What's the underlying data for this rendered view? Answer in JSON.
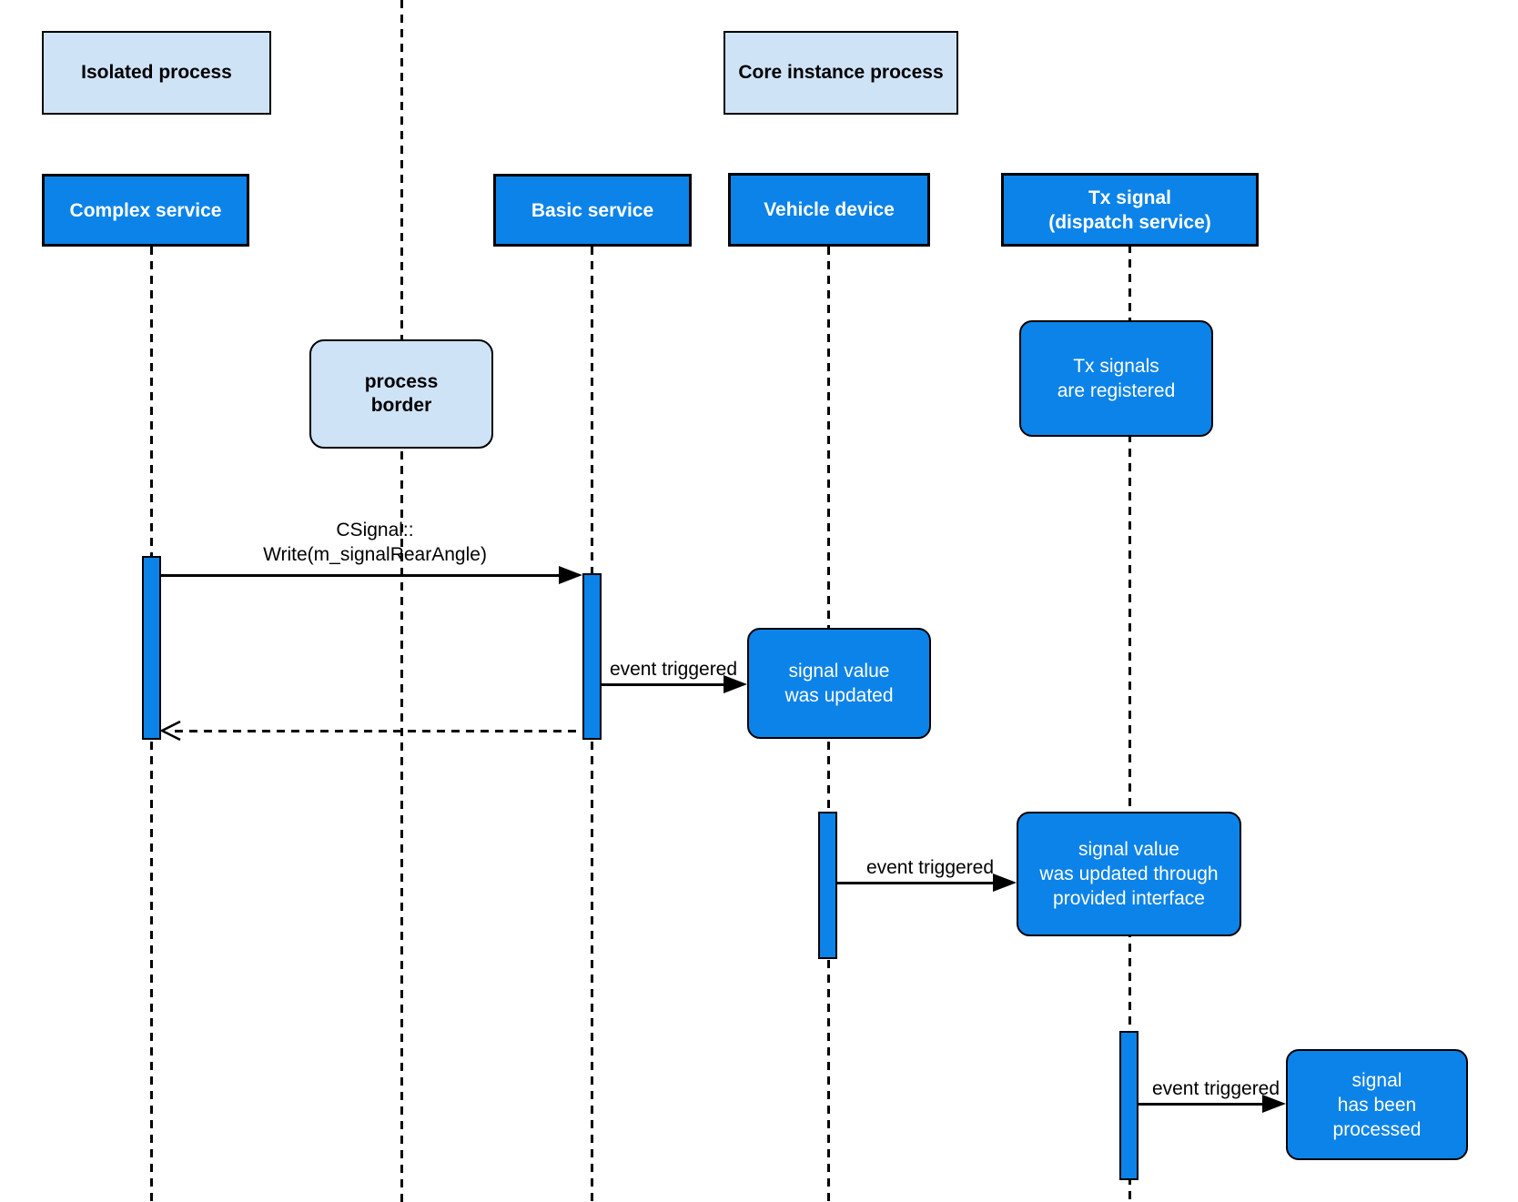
{
  "diagram": {
    "type": "uml-sequence-diagram",
    "colors": {
      "primary_blue": "#0c83e8",
      "light_blue": "#cfe3f7",
      "line_black": "#000000",
      "text_on_blue": "#ffffff"
    },
    "process_groups": [
      {
        "id": "isolated",
        "label": "Isolated process"
      },
      {
        "id": "core",
        "label": "Core instance process"
      }
    ],
    "lifelines": [
      {
        "id": "complex-service",
        "label": "Complex service"
      },
      {
        "id": "basic-service",
        "label": "Basic service"
      },
      {
        "id": "vehicle-device",
        "label": "Vehicle device"
      },
      {
        "id": "tx-signal",
        "label": "Tx signal\n(dispatch service)"
      }
    ],
    "process_border": {
      "label": "process\nborder"
    },
    "notes": [
      {
        "id": "tx-registered",
        "label": "Tx signals\nare registered"
      },
      {
        "id": "value-updated",
        "label": "signal value\nwas updated"
      },
      {
        "id": "value-updated-through",
        "label": "signal value\nwas updated through\nprovided interface"
      },
      {
        "id": "signal-processed",
        "label": "signal\nhas been\nprocessed"
      }
    ],
    "messages": [
      {
        "id": "csignal-write",
        "label": "CSignal::\nWrite(m_signalRearAngle)",
        "type": "sync",
        "from": "Complex service",
        "to": "Basic service"
      },
      {
        "id": "return-write",
        "label": "",
        "type": "dashed-return",
        "from": "Basic service",
        "to": "Complex service"
      },
      {
        "id": "event-triggered-1",
        "label": "event triggered",
        "type": "sync",
        "from": "Basic service",
        "to": "value-updated"
      },
      {
        "id": "event-triggered-2",
        "label": "event triggered",
        "type": "sync",
        "from": "Vehicle device",
        "to": "value-updated-through"
      },
      {
        "id": "event-triggered-3",
        "label": "event triggered",
        "type": "sync",
        "from": "Tx signal",
        "to": "signal-processed"
      }
    ]
  }
}
